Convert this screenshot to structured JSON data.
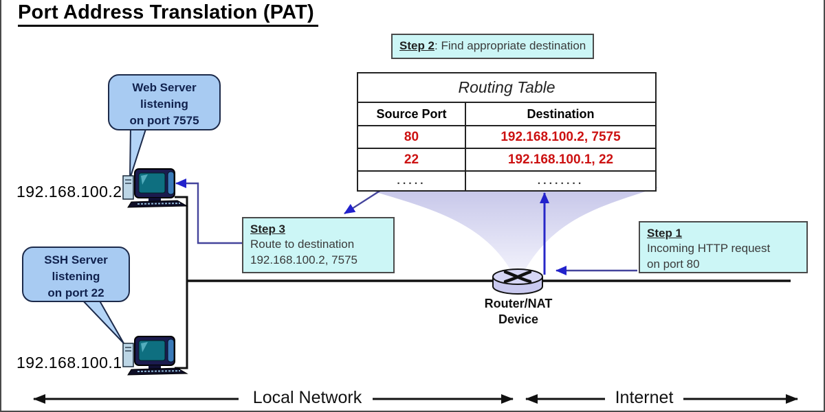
{
  "title": "Port Address Translation (PAT)",
  "step1": {
    "label": "Step 1",
    "line1": "Incoming HTTP request",
    "line2": "on port 80"
  },
  "step2": {
    "label": "Step 2",
    "text": ": Find appropriate destination"
  },
  "step3": {
    "label": "Step 3",
    "line1": "Route to destination",
    "line2": "192.168.100.2, 7575"
  },
  "routing_table": {
    "title": "Routing Table",
    "col_source": "Source Port",
    "col_destination": "Destination",
    "rows": [
      {
        "port": "80",
        "dest": "192.168.100.2, 7575"
      },
      {
        "port": "22",
        "dest": "192.168.100.1, 22"
      },
      {
        "port": ".....",
        "dest": "........"
      }
    ]
  },
  "web_bubble": {
    "line1": "Web Server",
    "line2": "listening",
    "line3": "on port 7575"
  },
  "ssh_bubble": {
    "line1": "SSH Server",
    "line2": "listening",
    "line3": "on port 22"
  },
  "web_host_ip": "192.168.100.2",
  "ssh_host_ip": "192.168.100.1",
  "router_label": {
    "line1": "Router/NAT",
    "line2": "Device"
  },
  "zone_local": "Local Network",
  "zone_internet": "Internet",
  "colors": {
    "step_box_bg": "#ccf6f6",
    "bubble_bg": "#a8cbf2",
    "table_entry_red": "#cc1111",
    "arrow_blue": "#2222cc",
    "line_slate": "#44449c",
    "funnel": "#c9c9ec",
    "router_fill": "#c9c9ef",
    "network_line": "#111111"
  }
}
